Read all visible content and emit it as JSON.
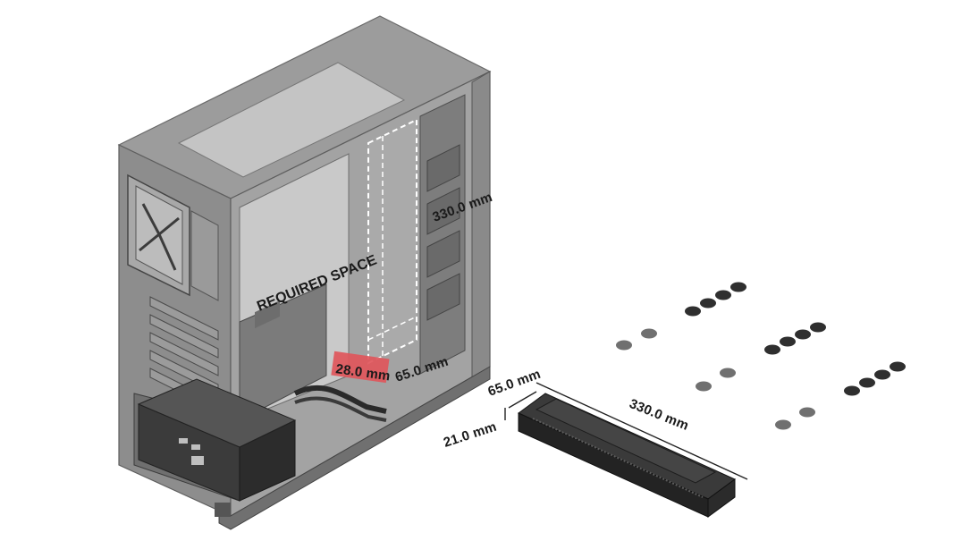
{
  "labels": {
    "required_space": "REQUIRED SPACE",
    "case_height": "330.0 mm",
    "case_depth": "65.0 mm",
    "case_thickness": "28.0 mm",
    "part_depth": "65.0 mm",
    "part_height": "21.0 mm",
    "part_length": "330.0 mm"
  },
  "colors": {
    "case_body": "#8a8a8a",
    "case_dark": "#6c6c6c",
    "case_light": "#b9b9b9",
    "highlight": "#e0565b",
    "part_body": "#2e2e2e",
    "pad": "#3a3a3a",
    "pad_light": "#6e6e6e"
  },
  "icons": {
    "fan": "fan-icon",
    "psu": "psu-icon",
    "rubber_pads": "rubber-pad-icon"
  }
}
